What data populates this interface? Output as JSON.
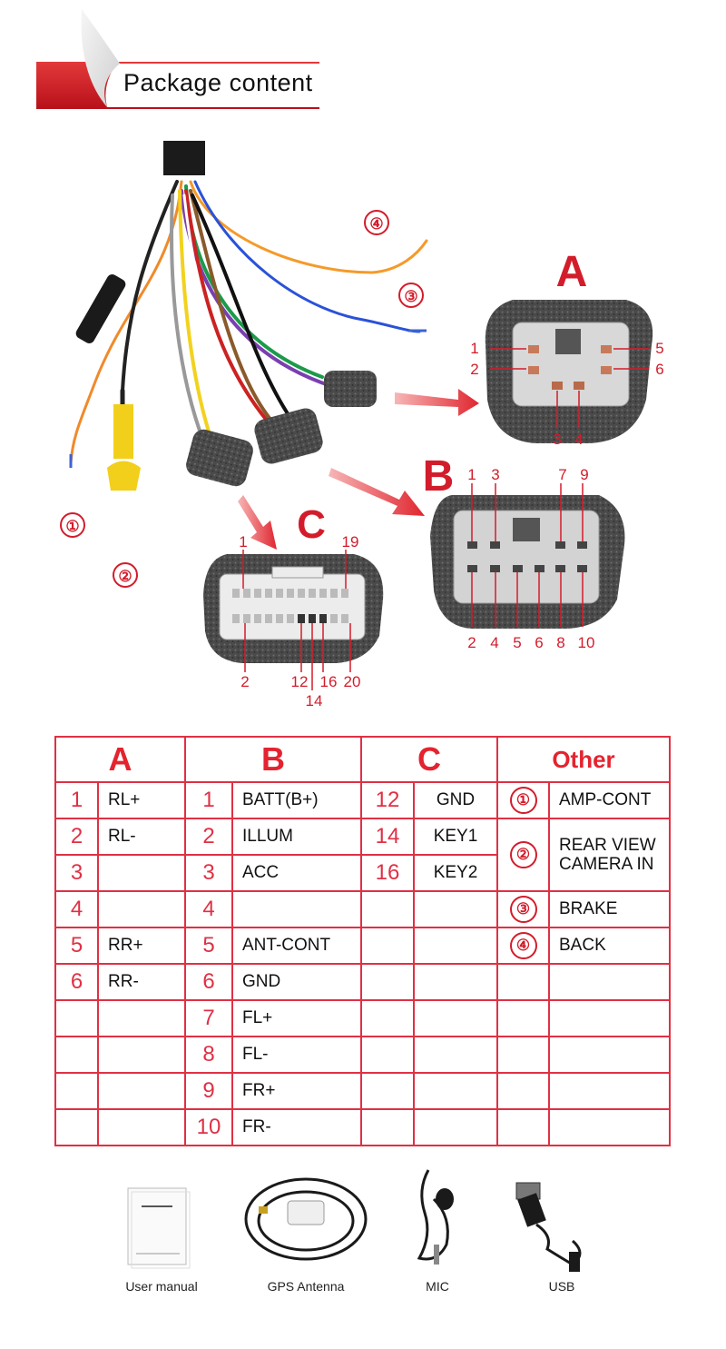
{
  "header": {
    "title": "Package content"
  },
  "diagram": {
    "harness_callouts": [
      "①",
      "②",
      "③",
      "④"
    ],
    "connectors": {
      "A": {
        "letter": "A",
        "pins": [
          "1",
          "2",
          "3",
          "4",
          "5",
          "6"
        ]
      },
      "B": {
        "letter": "B",
        "pins": [
          "1",
          "3",
          "7",
          "9",
          "2",
          "4",
          "5",
          "6",
          "8",
          "10"
        ]
      },
      "C": {
        "letter": "C",
        "pins": [
          "1",
          "19",
          "2",
          "12",
          "16",
          "20",
          "14"
        ]
      }
    }
  },
  "table": {
    "headers": [
      "A",
      "B",
      "C",
      "Other"
    ],
    "rows": [
      {
        "a_num": "1",
        "a_lbl": "RL+",
        "b_num": "1",
        "b_lbl": "BATT(B+)",
        "c_num": "12",
        "c_lbl": "GND",
        "o_num": "①",
        "o_lbl": "AMP-CONT"
      },
      {
        "a_num": "2",
        "a_lbl": "RL-",
        "b_num": "2",
        "b_lbl": "ILLUM",
        "c_num": "14",
        "c_lbl": "KEY1",
        "o_num": "②",
        "o_lbl": "REAR VIEW CAMERA IN"
      },
      {
        "a_num": "3",
        "a_lbl": "",
        "b_num": "3",
        "b_lbl": "ACC",
        "c_num": "16",
        "c_lbl": "KEY2"
      },
      {
        "a_num": "4",
        "a_lbl": "",
        "b_num": "4",
        "b_lbl": "",
        "c_num": "",
        "c_lbl": "",
        "o_num": "③",
        "o_lbl": "BRAKE"
      },
      {
        "a_num": "5",
        "a_lbl": "RR+",
        "b_num": "5",
        "b_lbl": "ANT-CONT",
        "c_num": "",
        "c_lbl": "",
        "o_num": "④",
        "o_lbl": "BACK"
      },
      {
        "a_num": "6",
        "a_lbl": "RR-",
        "b_num": "6",
        "b_lbl": "GND",
        "c_num": "",
        "c_lbl": "",
        "o_num": "",
        "o_lbl": ""
      },
      {
        "a_num": "",
        "a_lbl": "",
        "b_num": "7",
        "b_lbl": "FL+",
        "c_num": "",
        "c_lbl": "",
        "o_num": "",
        "o_lbl": ""
      },
      {
        "a_num": "",
        "a_lbl": "",
        "b_num": "8",
        "b_lbl": "FL-",
        "c_num": "",
        "c_lbl": "",
        "o_num": "",
        "o_lbl": ""
      },
      {
        "a_num": "",
        "a_lbl": "",
        "b_num": "9",
        "b_lbl": "FR+",
        "c_num": "",
        "c_lbl": "",
        "o_num": "",
        "o_lbl": ""
      },
      {
        "a_num": "",
        "a_lbl": "",
        "b_num": "10",
        "b_lbl": "FR-",
        "c_num": "",
        "c_lbl": "",
        "o_num": "",
        "o_lbl": ""
      }
    ]
  },
  "accessories": [
    {
      "label": "User manual",
      "icon": "manual-icon"
    },
    {
      "label": "GPS Antenna",
      "icon": "gps-antenna-icon"
    },
    {
      "label": "MIC",
      "icon": "microphone-icon"
    },
    {
      "label": "USB",
      "icon": "usb-cable-icon"
    }
  ],
  "colors": {
    "accent_red": "#d31c2b",
    "table_border": "#e03044"
  }
}
